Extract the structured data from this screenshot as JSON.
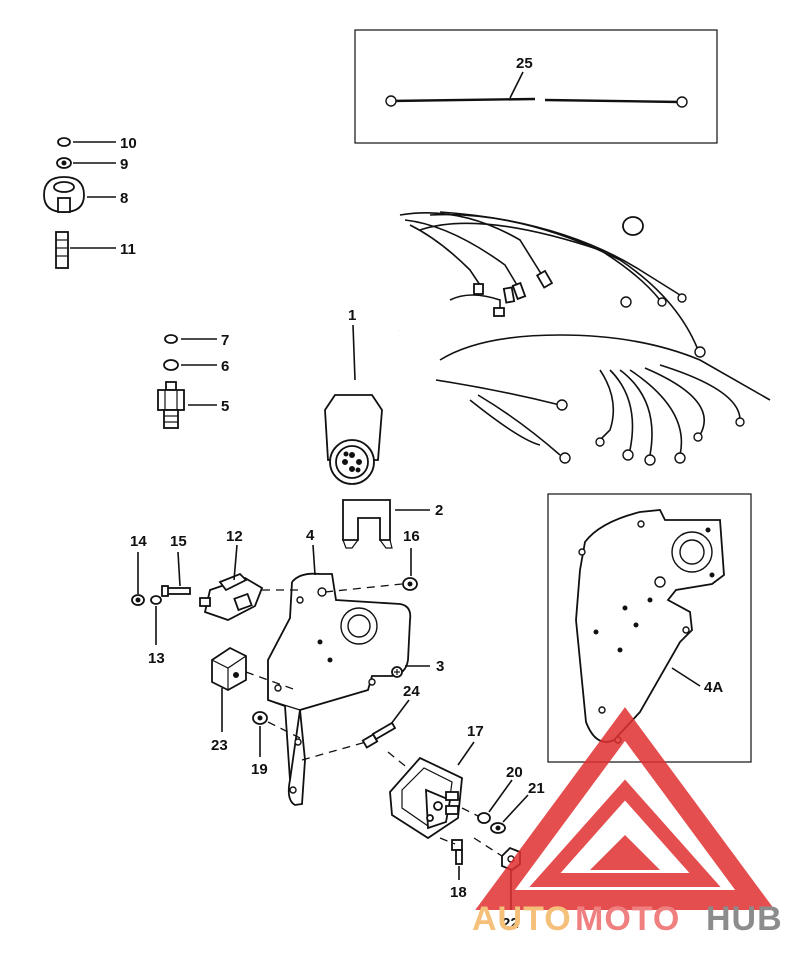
{
  "callouts": {
    "c1": "1",
    "c2": "2",
    "c3": "3",
    "c4": "4",
    "c4a": "4A",
    "c5": "5",
    "c6": "6",
    "c7": "7",
    "c8": "8",
    "c9": "9",
    "c10": "10",
    "c11": "11",
    "c12": "12",
    "c13": "13",
    "c14": "14",
    "c15": "15",
    "c16": "16",
    "c17": "17",
    "c18": "18",
    "c19": "19",
    "c20": "20",
    "c21": "21",
    "c22": "22",
    "c23": "23",
    "c24": "24",
    "c25": "25"
  },
  "watermark": {
    "part1": "AUTO",
    "part2": "MOTO",
    "part3": "HUB",
    "color_auto": "#f5c07a",
    "color_moto": "#f08080",
    "color_hub": "#8c8c8c",
    "logo_color": "#e03030"
  }
}
